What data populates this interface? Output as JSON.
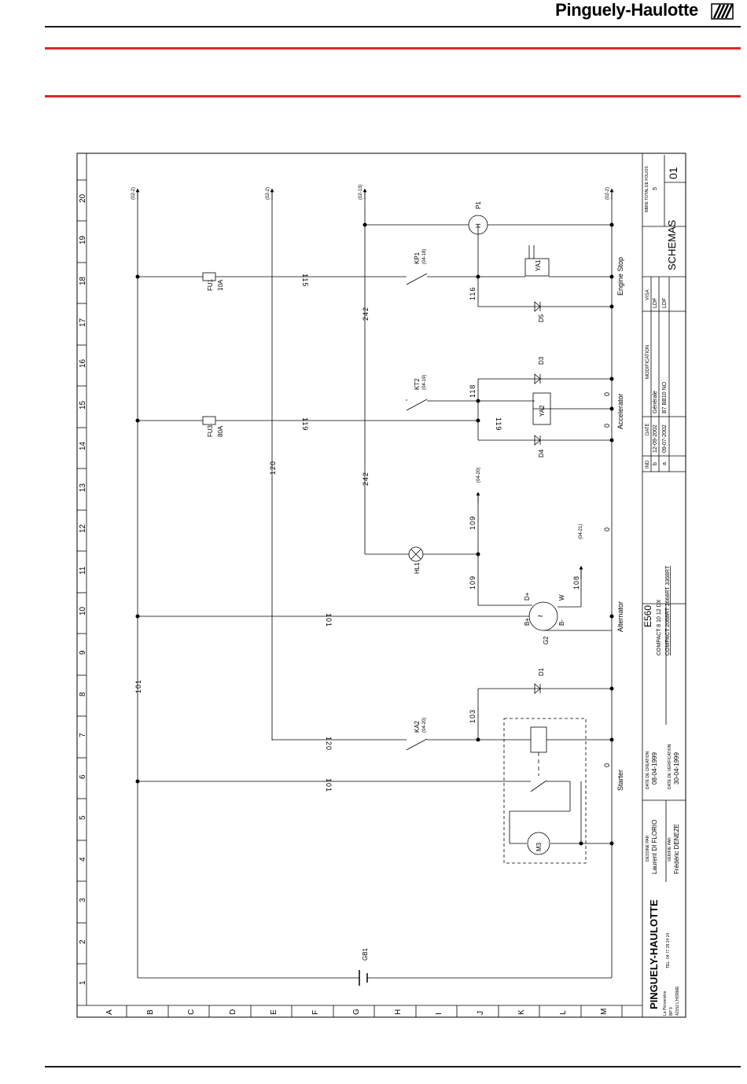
{
  "header": {
    "brand": "Pinguely-Haulotte"
  },
  "colors": {
    "accent_red": "#e0262b",
    "line": "#000000",
    "rule": "#1a1a1a"
  },
  "grid": {
    "columns": [
      "1",
      "2",
      "3",
      "4",
      "5",
      "6",
      "7",
      "8",
      "9",
      "10",
      "11",
      "12",
      "13",
      "14",
      "15",
      "16",
      "17",
      "18",
      "19",
      "20"
    ],
    "rows": [
      "A",
      "B",
      "C",
      "D",
      "E",
      "F",
      "G",
      "H",
      "I",
      "J",
      "K",
      "L",
      "M"
    ]
  },
  "components": {
    "fu1": {
      "ref": "FU1",
      "rating": "10A"
    },
    "fu3": {
      "ref": "FU3",
      "rating": "80A"
    },
    "gb1": "GB1",
    "kp1": {
      "ref": "KP1",
      "xref": "(04-18)"
    },
    "kt2": {
      "ref": "KT2",
      "xref": "(04-19)"
    },
    "ka2": {
      "ref": "KA2",
      "xref": "(04-20)"
    },
    "hl1": "HL1",
    "g2": {
      "ref": "G2",
      "b_plus": "B+",
      "b_minus": "B-",
      "d_plus": "D+",
      "w": "W"
    },
    "m3": "M3",
    "ya1": "YA1",
    "ya2": "YA2",
    "p1": {
      "ref": "P1",
      "symbol": "H"
    },
    "d1": "D1",
    "d3": "D3",
    "d4": "D4",
    "d5": "D5"
  },
  "xrefs": {
    "r02_2": "(02-2)",
    "r02_13": "(02-13)",
    "r04_20": "(04-20)",
    "r04_21": "(04-21)"
  },
  "wires": {
    "w101": "101",
    "w103": "103",
    "w108": "108",
    "w109": "109",
    "w115": "115",
    "w116": "116",
    "w118": "118",
    "w119": "119",
    "w120": "120",
    "w242": "242",
    "w0": "0"
  },
  "circuit_labels": {
    "engine_stop": "Engine Stop",
    "accelerator": "Accelerator",
    "alternator": "Alternator",
    "starter": "Starter"
  },
  "title_block": {
    "company": "PINGUELY-HAULOTTE",
    "address1": "La Péronnière",
    "address2": "BP 9",
    "address3": "42152 L'HORME",
    "tel": "TEL. 04 77 29 24 24",
    "drawn_by_label": "DESSINE PAR",
    "drawn_by": "Laurent DI FLORIO",
    "checked_by_label": "VERIFIE PAR",
    "checked_by": "Frédéric DENEZE",
    "creation_label": "DATE DE CREATION",
    "creation_date": "08-04-1999",
    "verification_label": "DATE DE VERIFICATION",
    "verification_date": "30-04-1999",
    "model": "E560",
    "variants1": "COMPACT 8 10 12 DX",
    "variants2": "COMPACT 2068RT 2668RT 3368RT",
    "ind_header": "IND",
    "date_header": "DATE",
    "mod_header": "MODIFICATION",
    "visa_header": "VISA",
    "revisions": [
      {
        "ind": "b",
        "date": "12-09-2002",
        "mod": "Générale",
        "visa": "LDF"
      },
      {
        "ind": "a",
        "date": "09-07-2002",
        "mod": "B7    BB10 NO",
        "visa": "LDF"
      }
    ],
    "sheet_title": "SCHEMAS",
    "folios_label": "NBRE TOTAL DE FOLIOS",
    "folios": "5",
    "sheet_no": "01"
  }
}
